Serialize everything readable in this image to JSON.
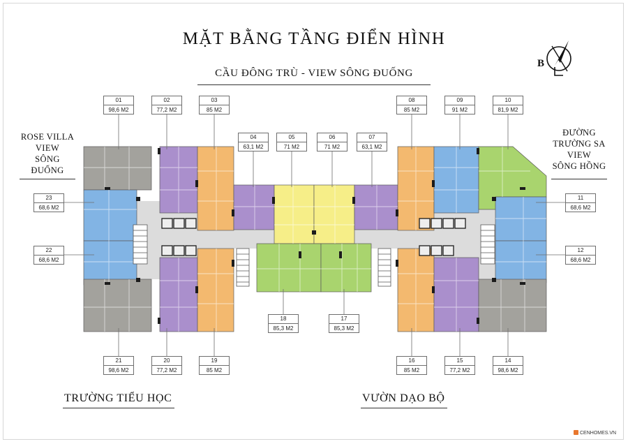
{
  "title": "MẶT BẰNG TẦNG ĐIỂN HÌNH",
  "subtitle": "CẦU ĐÔNG TRÙ - VIEW SÔNG ĐUỐNG",
  "compass": {
    "label": "B",
    "icon": "north-arrow-compass-icon"
  },
  "views": {
    "left": [
      "ROSE VILLA",
      "VIEW",
      "SÔNG",
      "ĐUỐNG"
    ],
    "right": [
      "ĐƯỜNG",
      "TRƯỜNG SA",
      "VIEW",
      "SÔNG HỒNG"
    ]
  },
  "landmarks": {
    "bottom_left": "TRƯỜNG TIỂU HỌC",
    "bottom_right": "VƯỜN DẠO BỘ"
  },
  "units": {
    "01": {
      "no": "01",
      "area": "98,6 M2",
      "type": "gray"
    },
    "02": {
      "no": "02",
      "area": "77,2 M2",
      "type": "purple"
    },
    "03": {
      "no": "03",
      "area": "85 M2",
      "type": "orange"
    },
    "04": {
      "no": "04",
      "area": "63,1 M2",
      "type": "purple"
    },
    "05": {
      "no": "05",
      "area": "71 M2",
      "type": "yellow"
    },
    "06": {
      "no": "06",
      "area": "71 M2",
      "type": "yellow"
    },
    "07": {
      "no": "07",
      "area": "63,1 M2",
      "type": "purple"
    },
    "08": {
      "no": "08",
      "area": "85 M2",
      "type": "orange"
    },
    "09": {
      "no": "09",
      "area": "91 M2",
      "type": "blue"
    },
    "10": {
      "no": "10",
      "area": "81,9 M2",
      "type": "green"
    },
    "11": {
      "no": "11",
      "area": "68,6 M2",
      "type": "blue"
    },
    "12": {
      "no": "12",
      "area": "68,6 M2",
      "type": "blue"
    },
    "14": {
      "no": "14",
      "area": "98,6 M2",
      "type": "gray"
    },
    "15": {
      "no": "15",
      "area": "77,2 M2",
      "type": "purple"
    },
    "16": {
      "no": "16",
      "area": "85 M2",
      "type": "orange"
    },
    "17": {
      "no": "17",
      "area": "85,3 M2",
      "type": "green"
    },
    "18": {
      "no": "18",
      "area": "85,3 M2",
      "type": "green"
    },
    "19": {
      "no": "19",
      "area": "85 M2",
      "type": "orange"
    },
    "20": {
      "no": "20",
      "area": "77,2 M2",
      "type": "purple"
    },
    "21": {
      "no": "21",
      "area": "98,6 M2",
      "type": "gray"
    },
    "22": {
      "no": "22",
      "area": "68,6 M2",
      "type": "blue"
    },
    "23": {
      "no": "23",
      "area": "68,6 M2",
      "type": "blue"
    }
  },
  "palette": {
    "gray": "#a3a29d",
    "purple": "#aa8fcc",
    "orange": "#f3b96f",
    "blue": "#82b4e4",
    "yellow": "#f6ee88",
    "green": "#a9d46e",
    "corridor": "#dcdcdc"
  },
  "watermark": "CENHOMES.VN"
}
